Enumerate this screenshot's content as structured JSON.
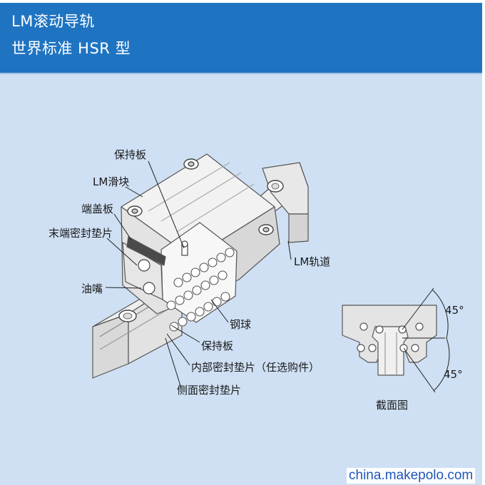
{
  "header": {
    "title_line1": "LM滚动导轨",
    "title_line2": "世界标准 HSR 型"
  },
  "labels": {
    "retainer_top": "保持板",
    "lm_block": "LM滑块",
    "end_plate": "端盖板",
    "end_seal": "末端密封垫片",
    "grease_nipple": "油嘴",
    "lm_rail": "LM轨道",
    "steel_ball": "钢球",
    "retainer_bottom": "保持板",
    "inner_seal": "内部密封垫片（任选购件）",
    "side_seal": "侧面密封垫片"
  },
  "cross_section": {
    "caption": "截面图",
    "angle_top": "45°",
    "angle_bottom": "45°"
  },
  "watermark": "china.makepolo.com",
  "colors": {
    "header_bg": "#1f74c2",
    "panel_bg": "#cfe0f4",
    "watermark": "#1f56b8"
  }
}
